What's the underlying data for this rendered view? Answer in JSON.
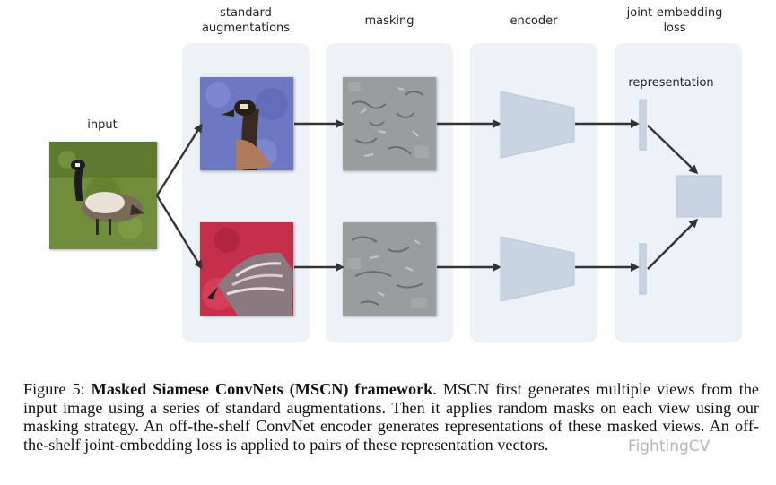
{
  "diagram": {
    "stage_labels": {
      "standard_augmentations": "standard\naugmentations",
      "masking": "masking",
      "encoder": "encoder",
      "joint_embedding_loss": "joint-embedding\nloss"
    },
    "input_label": "input",
    "representation_label": "representation",
    "colors": {
      "panel": "#edf1f8",
      "encoder": "#c8d4e3",
      "arrow": "#333333"
    }
  },
  "caption": {
    "prefix": "Figure 5: ",
    "title": "Masked Siamese ConvNets (MSCN) framework",
    "body": ". MSCN first generates multiple views from the input image using a series of standard augmentations. Then it applies random masks on each view using our masking strategy. An off-the-shelf ConvNet encoder generates representations of these masked views. An off-the-shelf joint-embedding loss is applied to pairs of these representation vectors."
  },
  "watermark": "FightingCV"
}
